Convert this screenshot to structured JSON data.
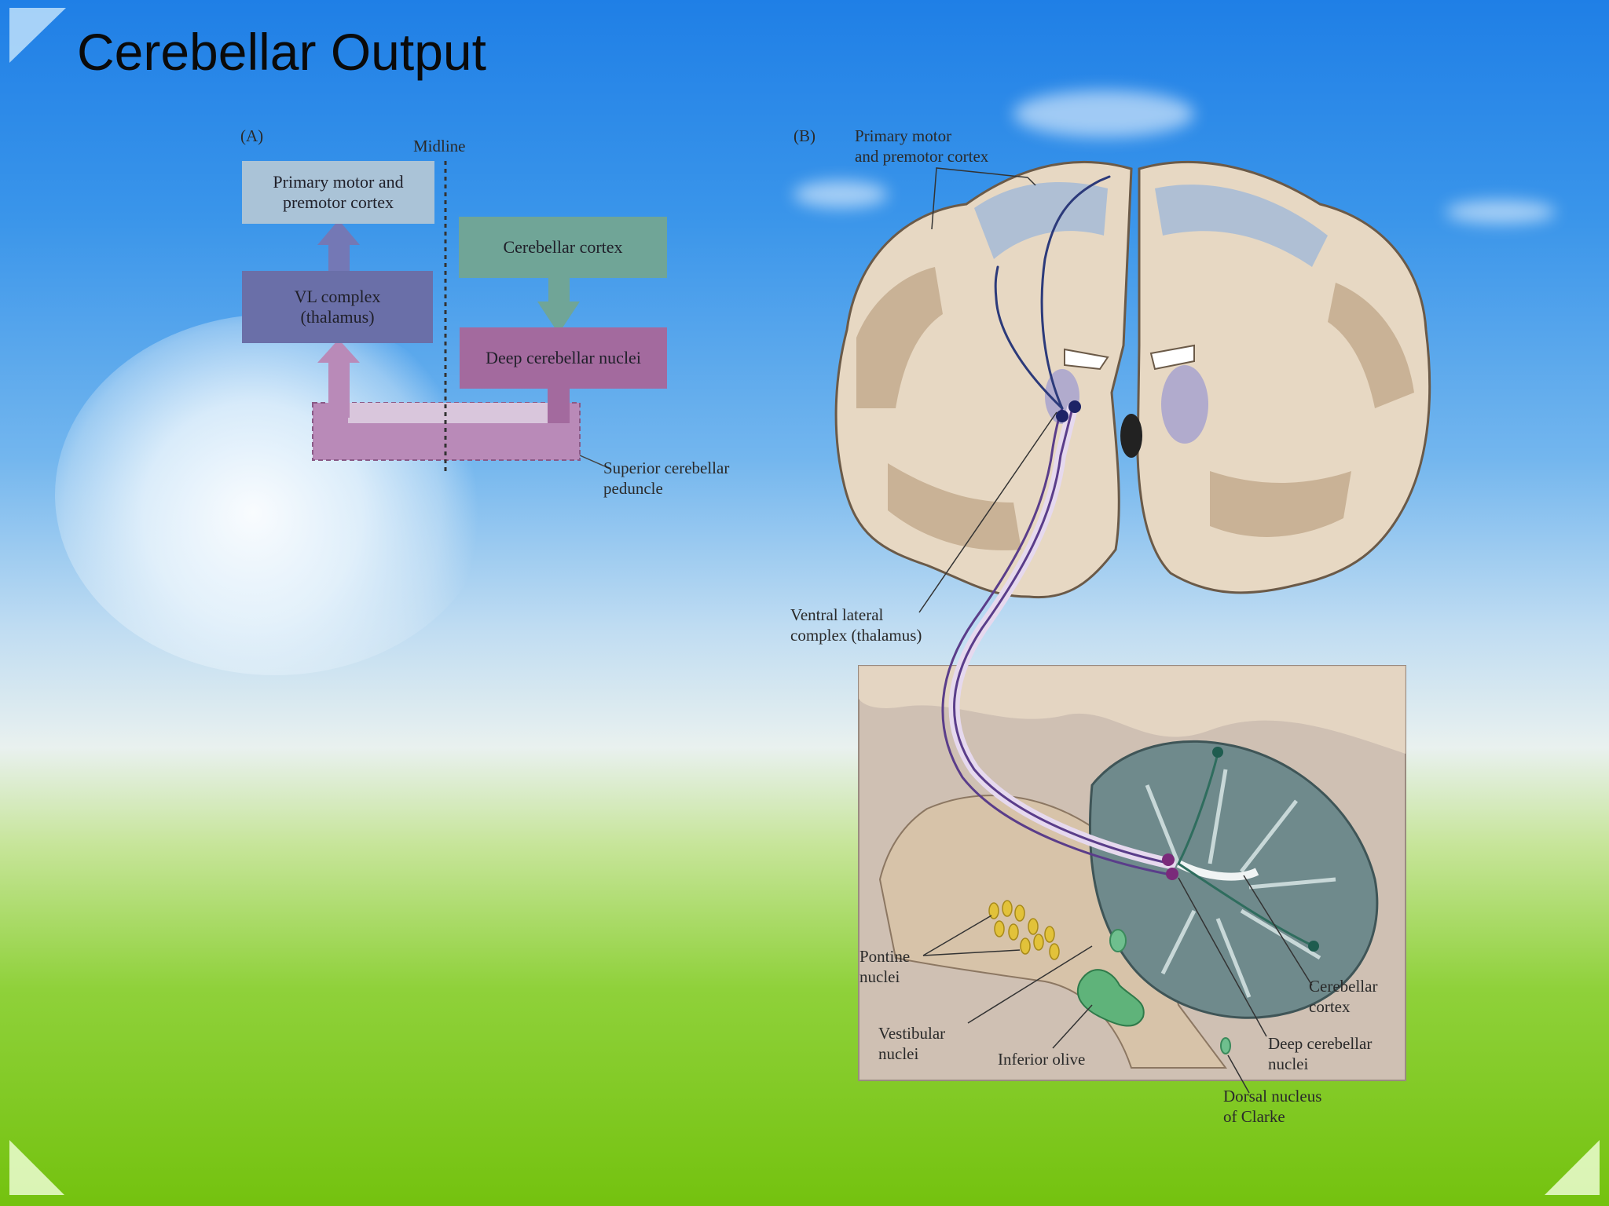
{
  "slide": {
    "title": "Cerebellar Output",
    "colors": {
      "sky_top": "#1f7fe6",
      "grass": "#74c20f",
      "title_text": "#0a0a0a"
    }
  },
  "panel_a": {
    "panel_label": "(A)",
    "midline_label": "Midline",
    "boxes": {
      "primary_motor": "Primary motor and\npremotor cortex",
      "cerebellar_cortex": "Cerebellar cortex",
      "vl_complex": "VL complex\n(thalamus)",
      "deep_nuclei": "Deep cerebellar nuclei"
    },
    "peduncle_label": "Superior cerebellar\npeduncle",
    "colors": {
      "primary_motor": "#aac3d7",
      "cerebellar_cortex": "#70a597",
      "vl_complex": "#6a6fa8",
      "deep_nuclei": "#a36a9e",
      "peduncle": "#b98ab8"
    }
  },
  "panel_b": {
    "panel_label": "(B)",
    "labels": {
      "primary_motor": "Primary motor\nand premotor cortex",
      "ventral_lateral": "Ventral lateral\ncomplex (thalamus)",
      "pontine": "Pontine\nnuclei",
      "vestibular": "Vestibular\nnuclei",
      "inferior_olive": "Inferior olive",
      "cerebellar_cortex": "Cerebellar\ncortex",
      "deep_nuclei": "Deep cerebellar\nnuclei",
      "dorsal_clarke": "Dorsal nucleus\nof Clarke"
    },
    "colors": {
      "brain_tissue": "#e7d8c3",
      "grey_matter": "#c9b296",
      "cortex_blue": "#a8bdd6",
      "pathway": "#3a2f7a",
      "cerebellum": "#6f8a8c",
      "pontine": "#e2c23a",
      "olive": "#5fb37a"
    }
  }
}
